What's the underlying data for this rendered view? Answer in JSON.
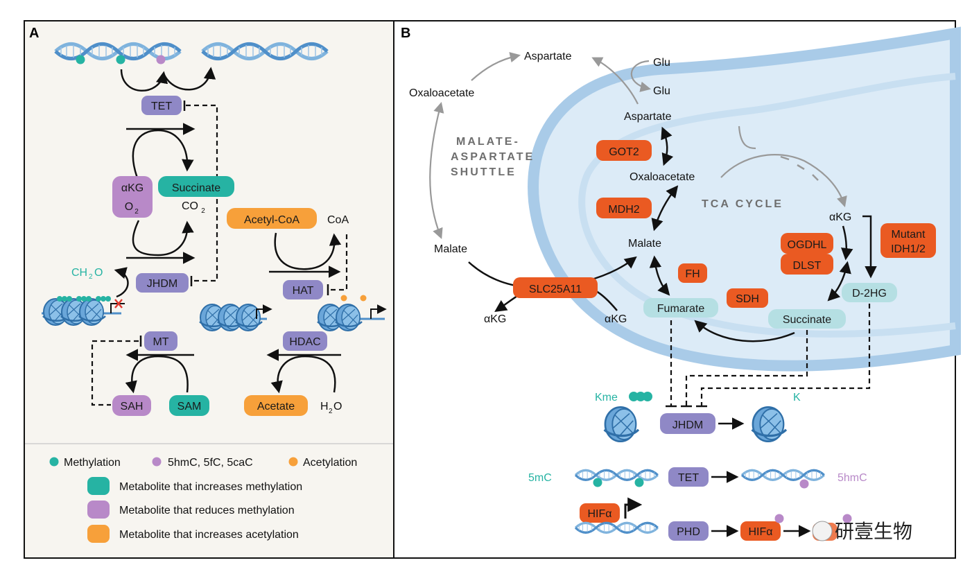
{
  "panel_a": {
    "label": "A",
    "tet": "TET",
    "akg": "αKG",
    "o2": "O",
    "o2_sub": "2",
    "succinate": "Succinate",
    "co2": "CO",
    "co2_sub": "2",
    "jhdm": "JHDM",
    "ch2o": "CH",
    "ch2o_sub": "2",
    "ch2o_tail": "O",
    "acetyl_coa": "Acetyl-CoA",
    "coa": "CoA",
    "hat": "HAT",
    "mt": "MT",
    "hdac": "HDAC",
    "sah": "SAH",
    "sam": "SAM",
    "acetate": "Acetate",
    "h2o": "H",
    "h2o_sub": "2",
    "h2o_tail": "O"
  },
  "legend": {
    "methylation": "Methylation",
    "oxidized": "5hmC, 5fC, 5caC",
    "acetylation": "Acetylation",
    "increase_methylation": "Metabolite that increases methylation",
    "reduce_methylation": "Metabolite that reduces methylation",
    "increase_acetylation": "Metabolite that increases acetylation"
  },
  "panel_b": {
    "label": "B",
    "aspartate_out": "Aspartate",
    "oxaloacetate_out": "Oxaloacetate",
    "malate_out": "Malate",
    "shuttle_lines": [
      "MALATE-",
      "ASPARTATE",
      "SHUTTLE"
    ],
    "glu_top": "Glu",
    "glu_bottom": "Glu",
    "aspartate_in": "Aspartate",
    "got2": "GOT2",
    "oxaloacetate_in": "Oxaloacetate",
    "mdh2": "MDH2",
    "malate_in": "Malate",
    "slc": "SLC25A11",
    "akg_left": "αKG",
    "akg_mid": "αKG",
    "fh": "FH",
    "fumarate": "Fumarate",
    "sdh": "SDH",
    "succinate": "Succinate",
    "tca": "TCA CYCLE",
    "akg_tca": "αKG",
    "ogdhl": "OGDHL",
    "dlst": "DLST",
    "mutant_idh": [
      "Mutant",
      "IDH1/2"
    ],
    "d2hg": "D-2HG",
    "kme": "Kme",
    "jhdm": "JHDM",
    "k": "K",
    "fivemc": "5mC",
    "tet": "TET",
    "fivehmc": "5hmC",
    "hif_a": "HIFα",
    "phd": "PHD",
    "hif_b": "HIFα"
  },
  "watermark": "研壹生物",
  "colors": {
    "methylation_teal": "#26b3a3",
    "oxidized_purple": "#b889c8",
    "acetylation_orange": "#f7a03a",
    "enzyme_purple": "#8f88c6",
    "enzyme_orange": "#ea5a22",
    "metabolite_light": "#b5dfe3",
    "mito_fill": "#dcebf7",
    "mito_edge": "#a9cbe8",
    "panel_a_bg": "#f7f5f0"
  }
}
